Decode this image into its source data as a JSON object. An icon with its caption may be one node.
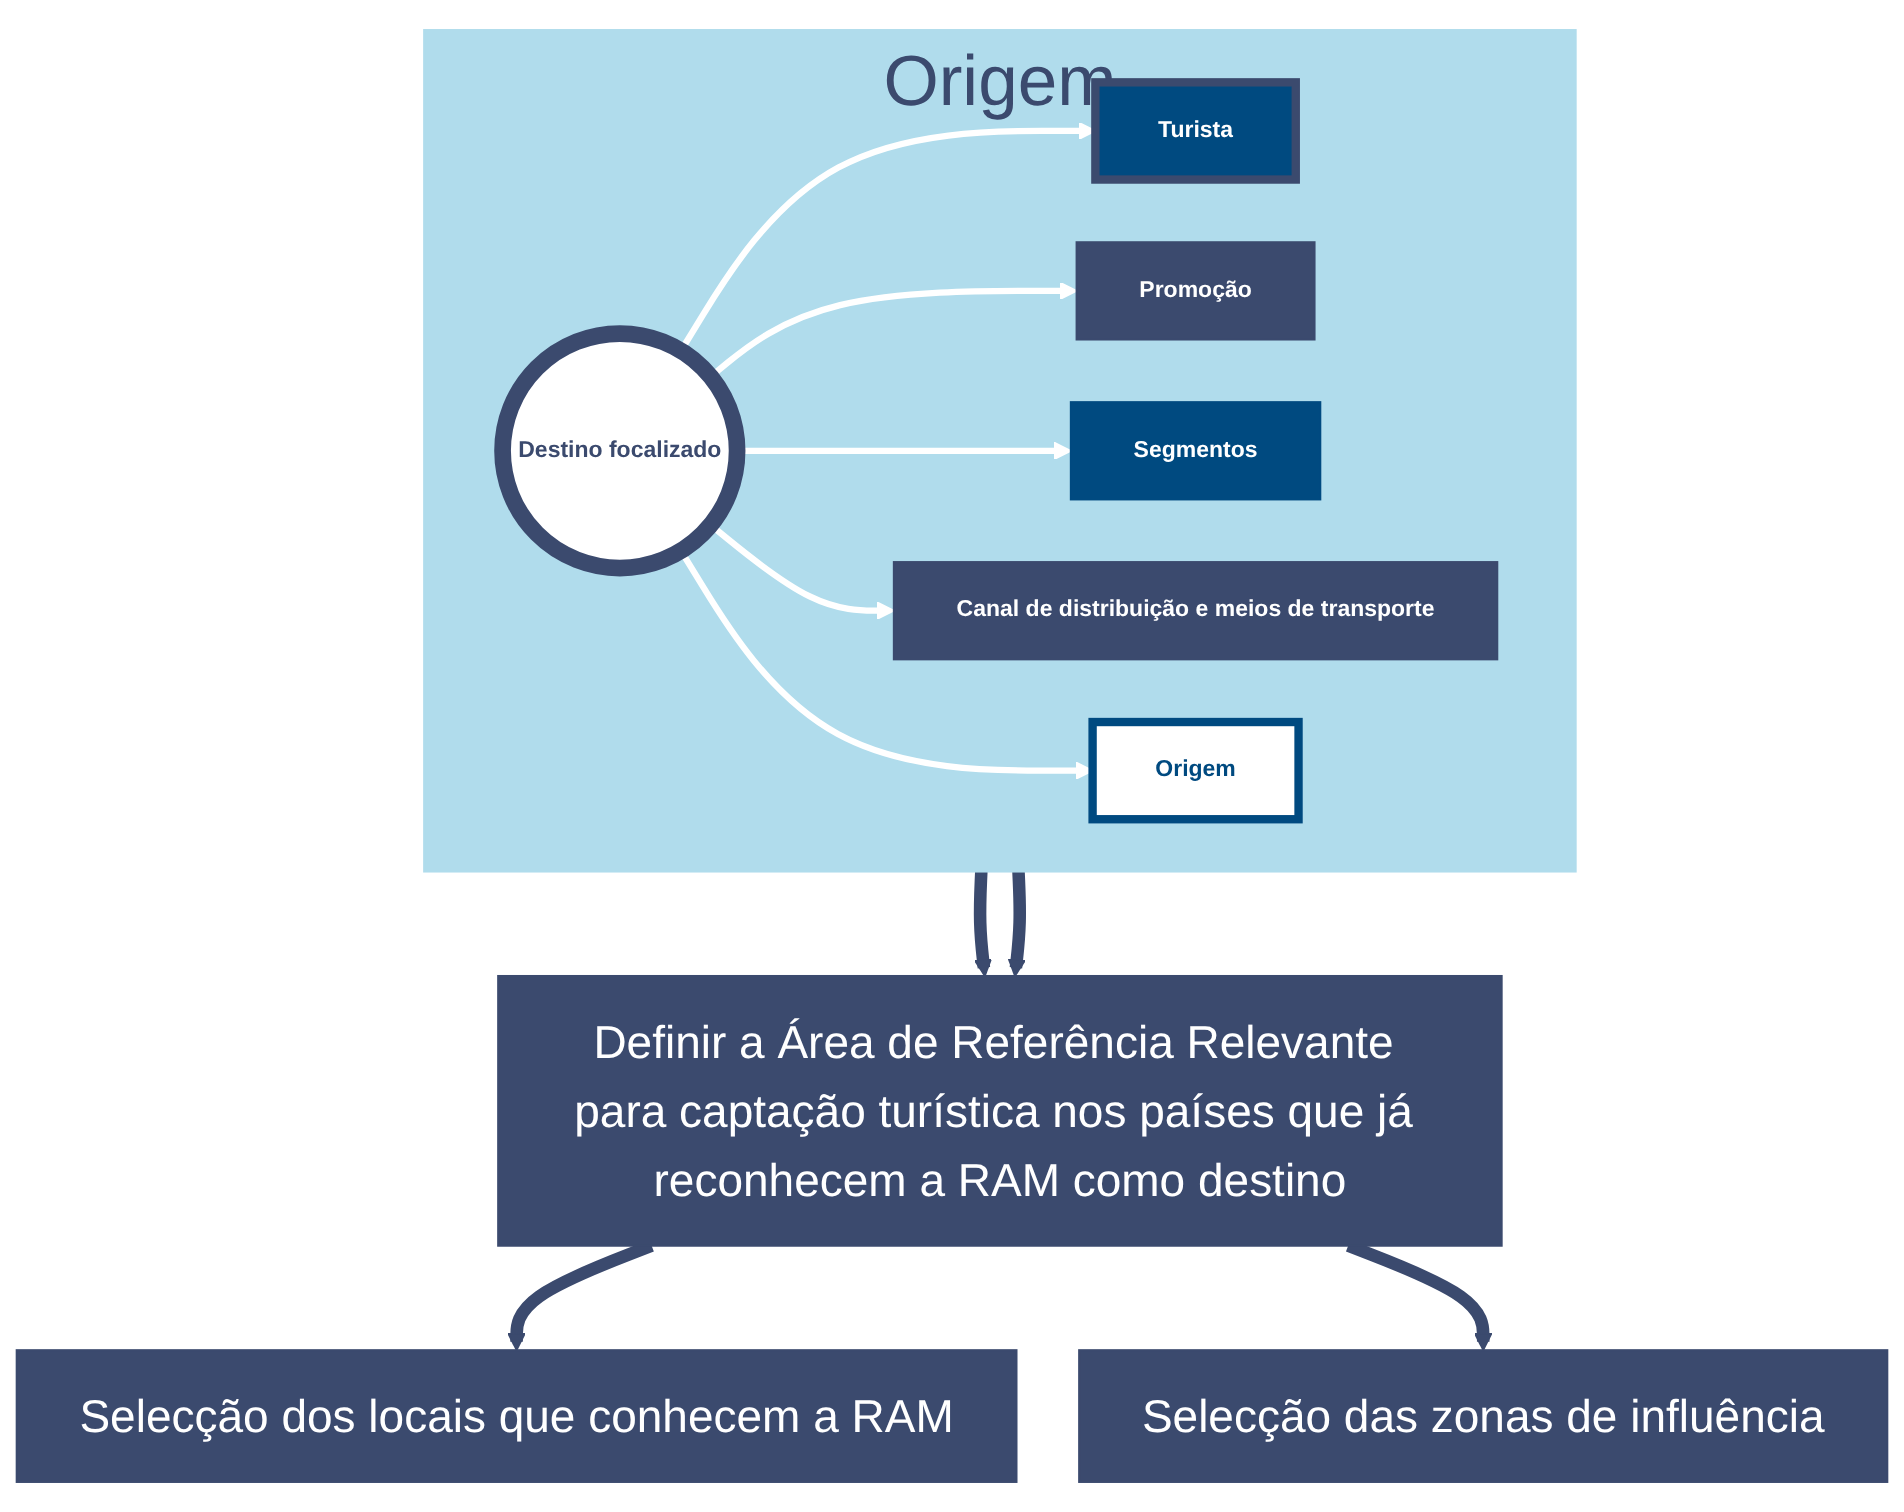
{
  "diagram": {
    "nodes": [
      {
        "text": [
          "Origem"
        ]
      },
      {
        "text": [
          "Destino focalizado"
        ],
        "in": 0
      },
      {
        "text": [
          "Turista"
        ],
        "in": 0
      },
      {
        "text": [
          "Promoção"
        ],
        "in": 0
      },
      {
        "text": [
          "Segmentos"
        ],
        "in": 0
      },
      {
        "text": [
          "Canal de distribuição e meios de transporte"
        ],
        "in": 0
      },
      {
        "text": [
          "Origem"
        ],
        "in": 0
      },
      {
        "text": [
          "Definir a Área de Referência Relevante para captação turística nos países que já reconhecem a RAM como destino"
        ]
      },
      {
        "text": [
          "Selecção dos locais que conhecem a RAM"
        ]
      },
      {
        "text": [
          "Selecção das zonas de influência"
        ]
      }
    ],
    "edges": [
      {
        "from": 1,
        "to": 2,
        "arrow": "to"
      },
      {
        "from": 1,
        "to": 3,
        "arrow": "to"
      },
      {
        "from": 1,
        "to": 4,
        "arrow": "to"
      },
      {
        "from": 1,
        "to": 5,
        "arrow": "to"
      },
      {
        "from": 1,
        "to": 6,
        "arrow": "to"
      },
      {
        "from": 0,
        "to": 7,
        "arrow": "to",
        "style": "thick",
        "color": "#3b4a6e"
      },
      {
        "from": 0,
        "to": 7,
        "arrow": "to",
        "style": "thick",
        "color": "#3b4a6e"
      },
      {
        "from": 7,
        "to": 8,
        "arrow": "to",
        "style": "thick",
        "color": "#3b4a6e"
      },
      {
        "from": 7,
        "to": 9,
        "arrow": "to",
        "style": "thick",
        "color": "#3b4a6e"
      }
    ]
  }
}
